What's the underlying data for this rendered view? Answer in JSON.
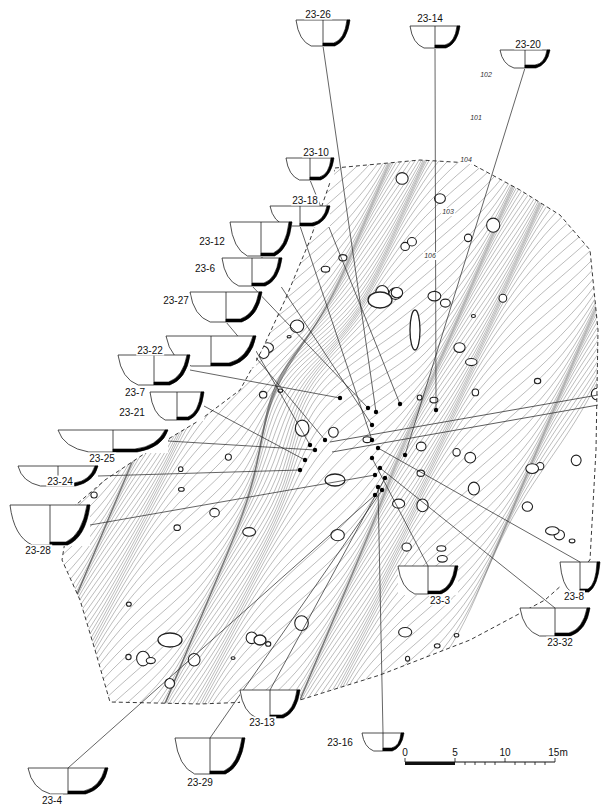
{
  "diagram": {
    "labels": [
      "23-26",
      "23-14",
      "23-20",
      "23-10",
      "23-18",
      "23-12",
      "23-6",
      "23-27",
      "23-22",
      "23-7",
      "23-21",
      "23-25",
      "23-24",
      "23-28",
      "23-8",
      "23-3",
      "23-32",
      "23-13",
      "23-16",
      "23-29",
      "23-4",
      "0",
      "5",
      "10",
      "15m",
      "102",
      "101",
      "104",
      "103",
      "106"
    ]
  }
}
